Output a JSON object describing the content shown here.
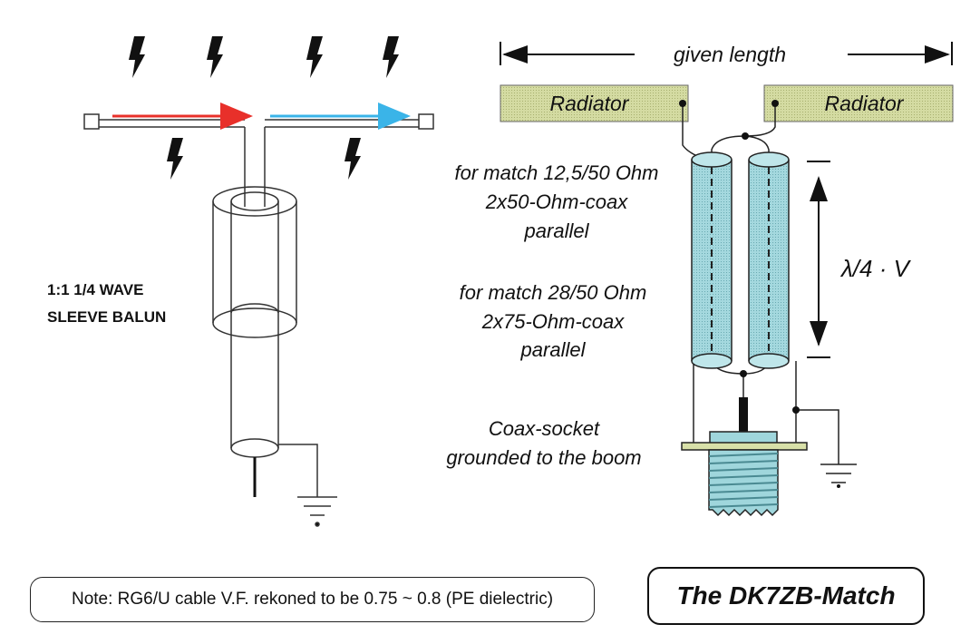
{
  "left": {
    "balun_line1": "1:1 1/4 WAVE",
    "balun_line2": "SLEEVE BALUN"
  },
  "right": {
    "length_label": "given length",
    "radiator_left": "Radiator",
    "radiator_right": "Radiator",
    "match1": [
      "for match 12,5/50 Ohm",
      "2x50-Ohm-coax",
      "parallel"
    ],
    "match2": [
      "for match 28/50 Ohm",
      "2x75-Ohm-coax",
      "parallel"
    ],
    "quarter_wave": "λ/4 · V",
    "socket": [
      "Coax-socket",
      "grounded to the boom"
    ]
  },
  "note": "Note: RG6/U cable V.F.  rekoned to be 0.75 ~ 0.8 (PE dielectric)",
  "title": "The DK7ZB-Match",
  "colors": {
    "arrow_left": "#e8302a",
    "arrow_right": "#3ab4e8",
    "radiator_fill": "#d8e0a8",
    "coax_fill": "#9fd6dc"
  }
}
